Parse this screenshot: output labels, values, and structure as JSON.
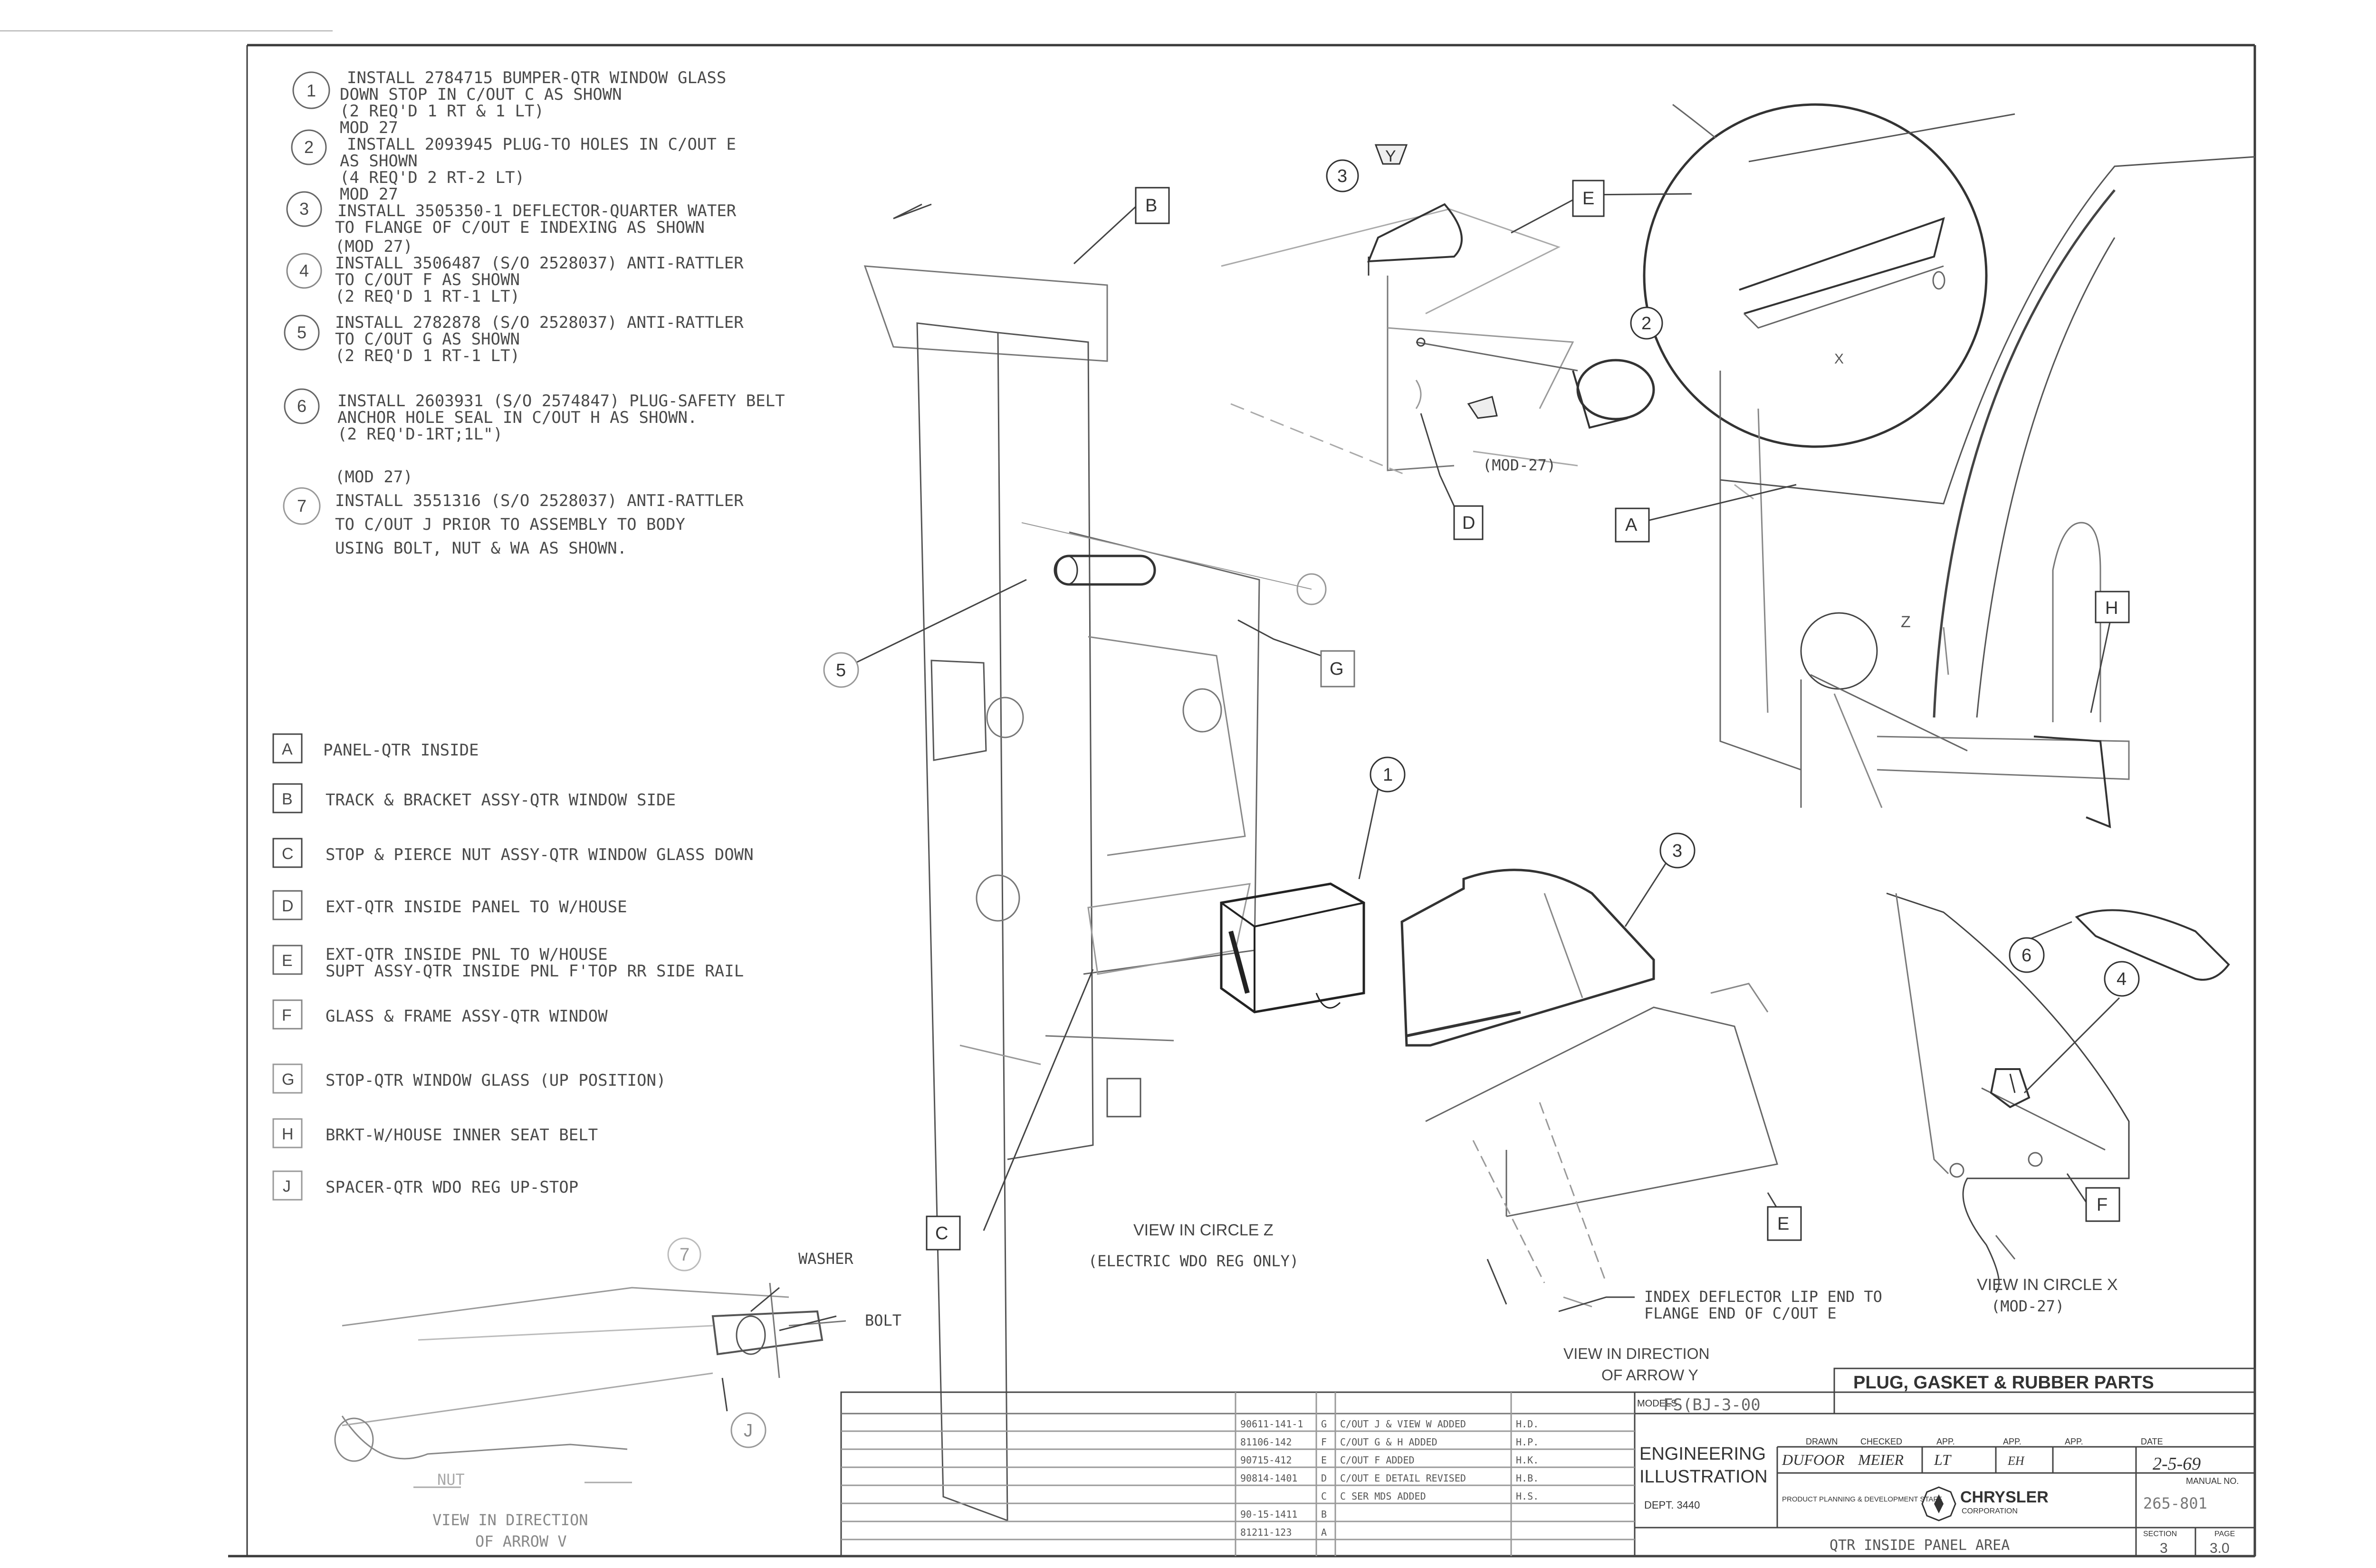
{
  "notes": [
    {
      "num": "1",
      "lines": [
        "INSTALL 2784715 BUMPER-QTR WINDOW GLASS",
        "DOWN STOP IN C/OUT C AS SHOWN",
        "(2 REQ'D 1 RT & 1 LT)"
      ]
    },
    {
      "num": "2",
      "lines": [
        "MOD 27",
        "INSTALL 2093945 PLUG-TO HOLES IN C/OUT E",
        "AS SHOWN",
        "(4 REQ'D 2 RT-2 LT)"
      ]
    },
    {
      "num": "3",
      "lines": [
        "MOD 27",
        "INSTALL 3505350-1 DEFLECTOR-QUARTER WATER",
        "TO FLANGE OF C/OUT E INDEXING AS SHOWN"
      ]
    },
    {
      "num": "4",
      "lines": [
        "(MOD 27)",
        "INSTALL 3506487 (S/O 2528037) ANTI-RATTLER",
        "TO C/OUT F AS SHOWN",
        "(2 REQ'D 1 RT-1 LT)"
      ]
    },
    {
      "num": "5",
      "lines": [
        "INSTALL 2782878 (S/O 2528037) ANTI-RATTLER",
        "TO C/OUT G AS SHOWN",
        "(2 REQ'D 1 RT-1 LT)"
      ]
    },
    {
      "num": "6",
      "lines": [
        "INSTALL 2603931 (S/O 2574847) PLUG-SAFETY BELT",
        "ANCHOR HOLE SEAL IN C/OUT H AS SHOWN.",
        "(2 REQ'D-1RT;1L\")"
      ]
    },
    {
      "num": "7",
      "lines": [
        "(MOD 27)",
        "INSTALL 3551316 (S/O 2528037) ANTI-RATTLER",
        "TO C/OUT J PRIOR TO ASSEMBLY TO BODY",
        "USING BOLT, NUT & WA AS SHOWN."
      ]
    }
  ],
  "legend": [
    {
      "key": "A",
      "text": "PANEL-QTR INSIDE"
    },
    {
      "key": "B",
      "text": "TRACK & BRACKET ASSY-QTR WINDOW SIDE"
    },
    {
      "key": "C",
      "text": "STOP & PIERCE NUT ASSY-QTR WINDOW GLASS DOWN"
    },
    {
      "key": "D",
      "text": "EXT-QTR INSIDE PANEL TO W/HOUSE"
    },
    {
      "key": "E",
      "text": "EXT-QTR INSIDE PNL TO W/HOUSE",
      "text2": "SUPT ASSY-QTR INSIDE PNL F'TOP RR SIDE RAIL"
    },
    {
      "key": "F",
      "text": "GLASS & FRAME ASSY-QTR WINDOW"
    },
    {
      "key": "G",
      "text": "STOP-QTR WINDOW GLASS (UP POSITION)"
    },
    {
      "key": "H",
      "text": "BRKT-W/HOUSE INNER SEAT BELT"
    },
    {
      "key": "J",
      "text": "SPACER-QTR WDO REG UP-STOP"
    }
  ],
  "callouts": {
    "A": "A",
    "B": "B",
    "C": "C",
    "D": "D",
    "E1": "E",
    "E2": "E",
    "F": "F",
    "G": "G",
    "H": "H",
    "J": "J",
    "n1": "1",
    "n2": "2",
    "n3a": "3",
    "n3b": "3",
    "n4": "4",
    "n5": "5",
    "n6": "6",
    "n7": "7",
    "Y": "Y",
    "Z": "Z",
    "X": "X"
  },
  "labels": {
    "mod27_top": "(MOD-27)",
    "view_z_1": "VIEW IN CIRCLE Z",
    "view_z_2": "(ELECTRIC WDO REG ONLY)",
    "view_x_1": "VIEW IN CIRCLE  X",
    "view_x_2": "(MOD-27)",
    "index_1": "INDEX DEFLECTOR LIP END TO",
    "index_2": "FLANGE END OF C/OUT E",
    "view_dir_y_1": "VIEW IN DIRECTION",
    "view_dir_y_2": "OF ARROW Y",
    "view_dir_v_1": "VIEW IN DIRECTION",
    "view_dir_v_2": "OF ARROW V",
    "washer": "WASHER",
    "bolt": "BOLT",
    "nut": "NUT"
  },
  "title_block": {
    "category": "PLUG, GASKET & RUBBER PARTS",
    "models_label": "MODELS",
    "models": "FS(BJ-3-00",
    "eng1": "ENGINEERING",
    "eng2": "ILLUSTRATION",
    "dept": "DEPT. 3440",
    "drawn_label": "DRAWN",
    "drawn": "DUFOOR",
    "checked_label": "CHECKED",
    "checked": "MEIER",
    "app_label": "APP.",
    "app1": "LT",
    "app2": "EH",
    "date_label": "DATE",
    "date": "2-5-69",
    "manual_label": "MANUAL NO.",
    "manual": "265-801",
    "company_line": "PRODUCT PLANNING & DEVELOPMENT STAFF",
    "brand": "CHRYSLER",
    "brand_sub": "CORPORATION",
    "drawing_title": "QTR INSIDE PANEL AREA",
    "section_label": "SECTION",
    "section": "3",
    "page_label": "PAGE",
    "page": "3.0"
  },
  "revisions": [
    {
      "ref": "90611-141-1",
      "ltr": "G",
      "desc": "C/OUT J & VIEW W ADDED",
      "init": "H.D."
    },
    {
      "ref": "81106-142",
      "ltr": "F",
      "desc": "C/OUT G & H ADDED",
      "init": "H.P."
    },
    {
      "ref": "90715-412",
      "ltr": "E",
      "desc": "C/OUT F ADDED",
      "init": "H.K."
    },
    {
      "ref": "90814-1401",
      "ltr": "D",
      "desc": "C/OUT E DETAIL REVISED",
      "init": "H.B."
    },
    {
      "ref": "",
      "ltr": "C",
      "desc": "C SER MDS ADDED",
      "init": "H.S."
    },
    {
      "ref": "90-15-1411",
      "ltr": "B",
      "desc": "",
      "init": ""
    },
    {
      "ref": "81211-123",
      "ltr": "A",
      "desc": "",
      "init": ""
    }
  ],
  "colors": {
    "ink": "#4a4a4a",
    "ink_light": "#8a8a8a",
    "paper": "#ffffff"
  }
}
